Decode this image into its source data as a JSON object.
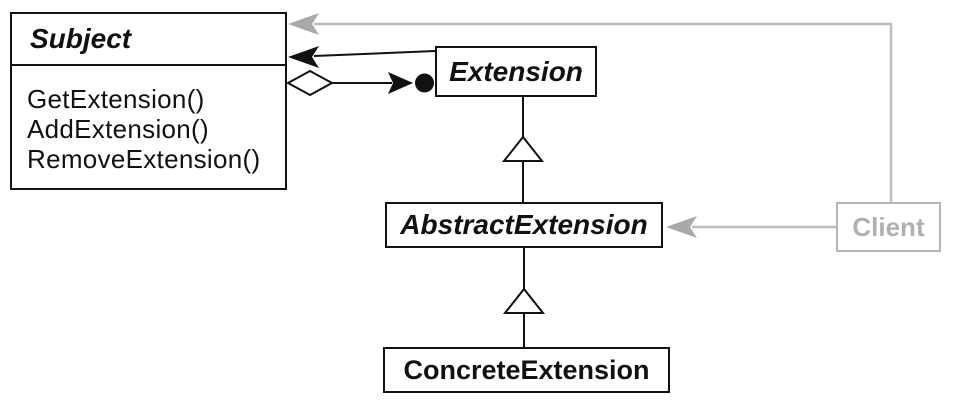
{
  "diagram": {
    "type": "uml-class-diagram",
    "nodes": {
      "subject": {
        "name": "Subject",
        "name_style": "bold-italic",
        "methods": [
          "GetExtension()",
          "AddExtension()",
          "RemoveExtension()"
        ]
      },
      "extension": {
        "name": "Extension",
        "name_style": "bold-italic"
      },
      "abstract_extension": {
        "name": "AbstractExtension",
        "name_style": "bold-italic"
      },
      "concrete_extension": {
        "name": "ConcreteExtension",
        "name_style": "bold"
      },
      "client": {
        "name": "Client",
        "name_style": "bold",
        "color": "#b0b0b0"
      }
    },
    "edges": [
      {
        "from": "client",
        "to": "subject",
        "kind": "dependency-arrow",
        "color": "gray",
        "route": "up-then-left"
      },
      {
        "from": "client",
        "to": "abstract_extension",
        "kind": "dependency-arrow",
        "color": "gray",
        "route": "left"
      },
      {
        "from": "extension",
        "to": "subject",
        "kind": "association-arrow",
        "color": "black"
      },
      {
        "from": "subject",
        "to": "extension",
        "kind": "aggregation-diamond-with-arrow-and-filled-circle",
        "color": "black"
      },
      {
        "from": "abstract_extension",
        "to": "extension",
        "kind": "generalization-hollow-triangle",
        "color": "black"
      },
      {
        "from": "concrete_extension",
        "to": "abstract_extension",
        "kind": "generalization-hollow-triangle",
        "color": "black"
      }
    ],
    "colors": {
      "black": "#111111",
      "gray_line": "#bdbdbd",
      "gray_arrowhead": "#a9a9a9",
      "gray_box_border": "#b5b5b5",
      "gray_text": "#b0b0b0",
      "box_fill": "#ffffff",
      "background": "#ffffff"
    }
  }
}
